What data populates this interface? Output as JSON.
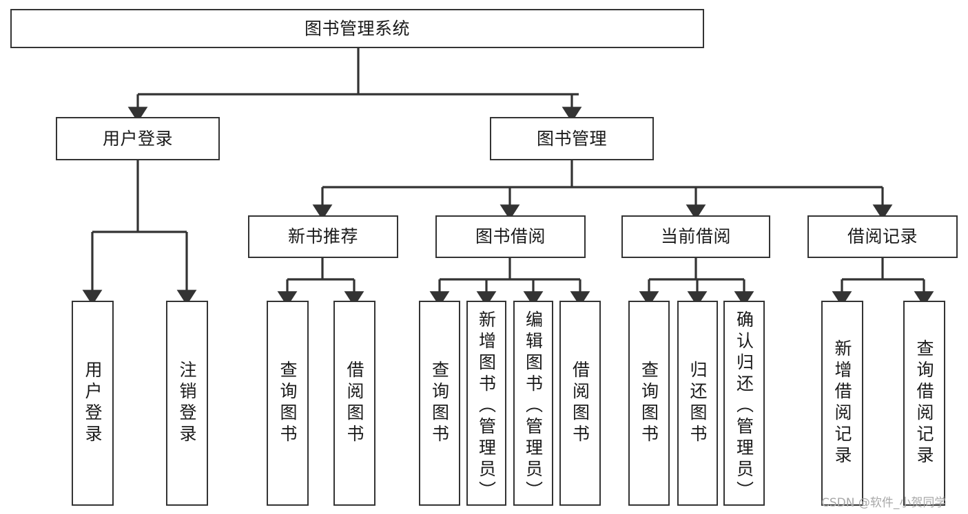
{
  "diagram": {
    "type": "tree-hierarchy-chart",
    "root": {
      "label": "图书管理系统"
    },
    "level2": [
      {
        "label": "用户登录"
      },
      {
        "label": "图书管理"
      }
    ],
    "level3": [
      {
        "label": "新书推荐"
      },
      {
        "label": "图书借阅"
      },
      {
        "label": "当前借阅"
      },
      {
        "label": "借阅记录"
      }
    ],
    "leaves": {
      "user_login": [
        {
          "label": "用户登录"
        },
        {
          "label": "注销登录"
        }
      ],
      "new_book_recommend": [
        {
          "label": "查询图书"
        },
        {
          "label": "借阅图书"
        }
      ],
      "book_borrow": [
        {
          "label": "查询图书"
        },
        {
          "label": "新增图书（管理员）"
        },
        {
          "label": "编辑图书（管理员）"
        },
        {
          "label": "借阅图书"
        }
      ],
      "current_borrow": [
        {
          "label": "查询图书"
        },
        {
          "label": "归还图书"
        },
        {
          "label": "确认归还（管理员）"
        }
      ],
      "borrow_record": [
        {
          "label": "新增借阅记录"
        },
        {
          "label": "查询借阅记录"
        }
      ]
    }
  },
  "watermark": {
    "text": "CSDN @软件_小贺同学"
  },
  "colors": {
    "stroke": "#333333",
    "background": "#ffffff",
    "text": "#1a1a1a",
    "watermark": "#a8a8a8"
  }
}
